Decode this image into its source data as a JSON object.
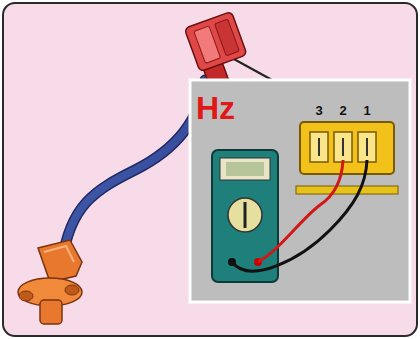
{
  "diagram": {
    "labels": [
      "Hz",
      "3",
      "2",
      "1"
    ]
  }
}
